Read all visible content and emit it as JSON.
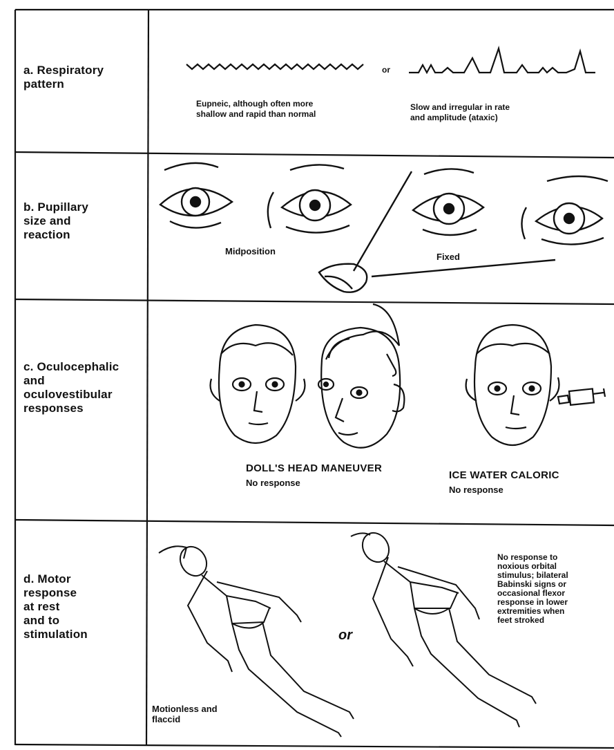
{
  "rows": {
    "respiratory": {
      "label": "a. Respiratory\npattern",
      "caption_left": "Eupneic, although often more\nshallow and rapid than normal",
      "or_text": "or",
      "caption_right": "Slow and irregular in rate\nand amplitude (ataxic)"
    },
    "pupillary": {
      "label": "b. Pupillary\nsize and\nreaction",
      "caption_left": "Midposition",
      "caption_right": "Fixed"
    },
    "oculocephalic": {
      "label": "c. Oculocephalic\nand\noculovestibular\nresponses",
      "doll_title": "DOLL'S HEAD MANEUVER",
      "doll_result": "No response",
      "ice_title": "ICE WATER CALORIC",
      "ice_result": "No response"
    },
    "motor": {
      "label": "d. Motor\nresponse\nat rest\nand to\nstimulation",
      "caption_left": "Motionless and\nflaccid",
      "or_text": "or",
      "caption_right": "No response to\nnoxious orbital\nstimulus; bilateral\nBabinski signs or\noccasional flexor\nresponse in lower\nextremities when\nfeet stroked"
    }
  }
}
